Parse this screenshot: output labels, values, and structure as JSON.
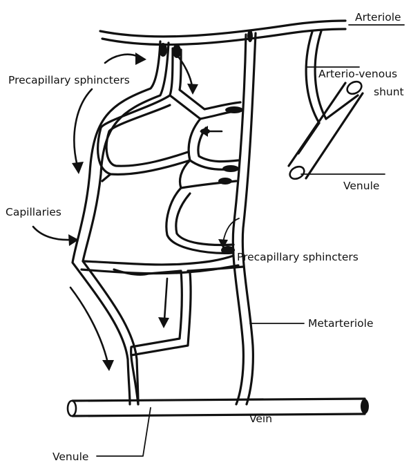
{
  "labels": {
    "arteriole": "Arteriole",
    "av_shunt_line1": "Arterio-venous",
    "av_shunt_line2": "shunt",
    "venule_right": "Venule",
    "precap_sphincters_left": "Precapillary sphincters",
    "capillaries": "Capillaries",
    "precap_sphincters_right": "Precapillary sphincters",
    "metarteriole": "Metarteriole",
    "vein": "Vein",
    "venule_bottom": "Venule"
  },
  "colors": {
    "ink": "#111111",
    "background": "#ffffff"
  }
}
